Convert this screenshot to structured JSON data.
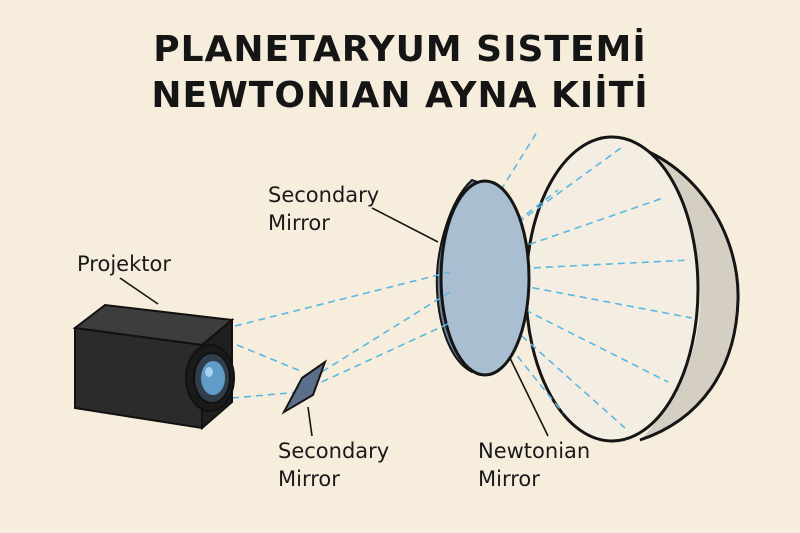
{
  "title": {
    "line1": "PLANETARYUM SISTEMİ",
    "line2": "NEWTONIAN AYNA KIİTİ"
  },
  "labels": {
    "projector": "Projektor",
    "secondary_top": {
      "line1": "Secondary",
      "line2": "Mirror"
    },
    "secondary_bottom": {
      "line1": "Secondary",
      "line2": "Mirror"
    },
    "newtonian": {
      "line1": "Newtonian",
      "line2": "Mirror"
    }
  },
  "colors": {
    "background": "#f6eddc",
    "beam": "#5bb8e0",
    "dome": "#f3ede2",
    "dome_shade": "#d5cec2",
    "mirror": "#a9bed0",
    "camera_body": "#2b2b2b",
    "lens": "#5f9cc8"
  }
}
